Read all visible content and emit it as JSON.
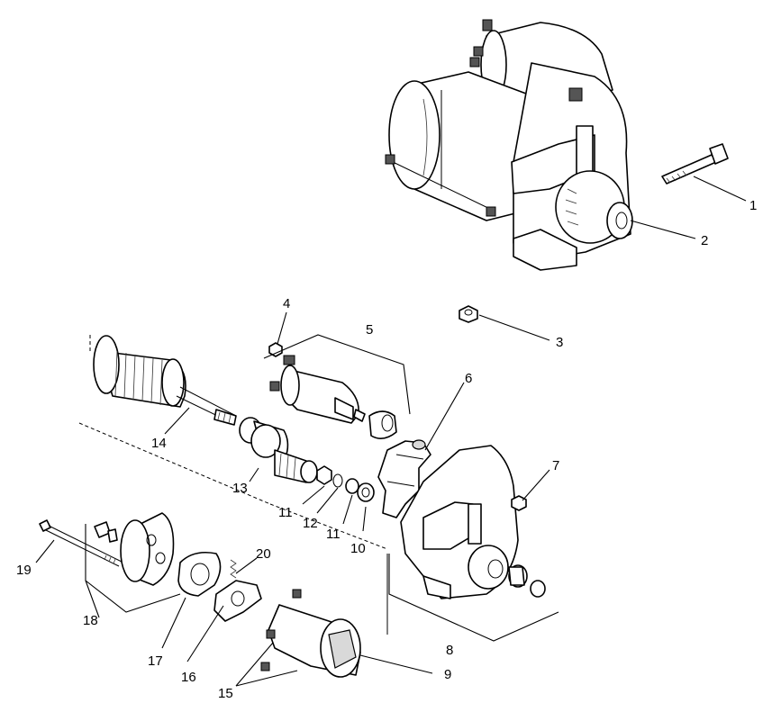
{
  "callouts": {
    "c1": "1",
    "c2": "2",
    "c3": "3",
    "c4": "4",
    "c5": "5",
    "c6": "6",
    "c7": "7",
    "c8": "8",
    "c9": "9",
    "c10": "10",
    "c11a": "11",
    "c11b": "11",
    "c12": "12",
    "c13": "13",
    "c14": "14",
    "c15": "15",
    "c16": "16",
    "c17": "17",
    "c18": "18",
    "c19": "19",
    "c20": "20"
  }
}
